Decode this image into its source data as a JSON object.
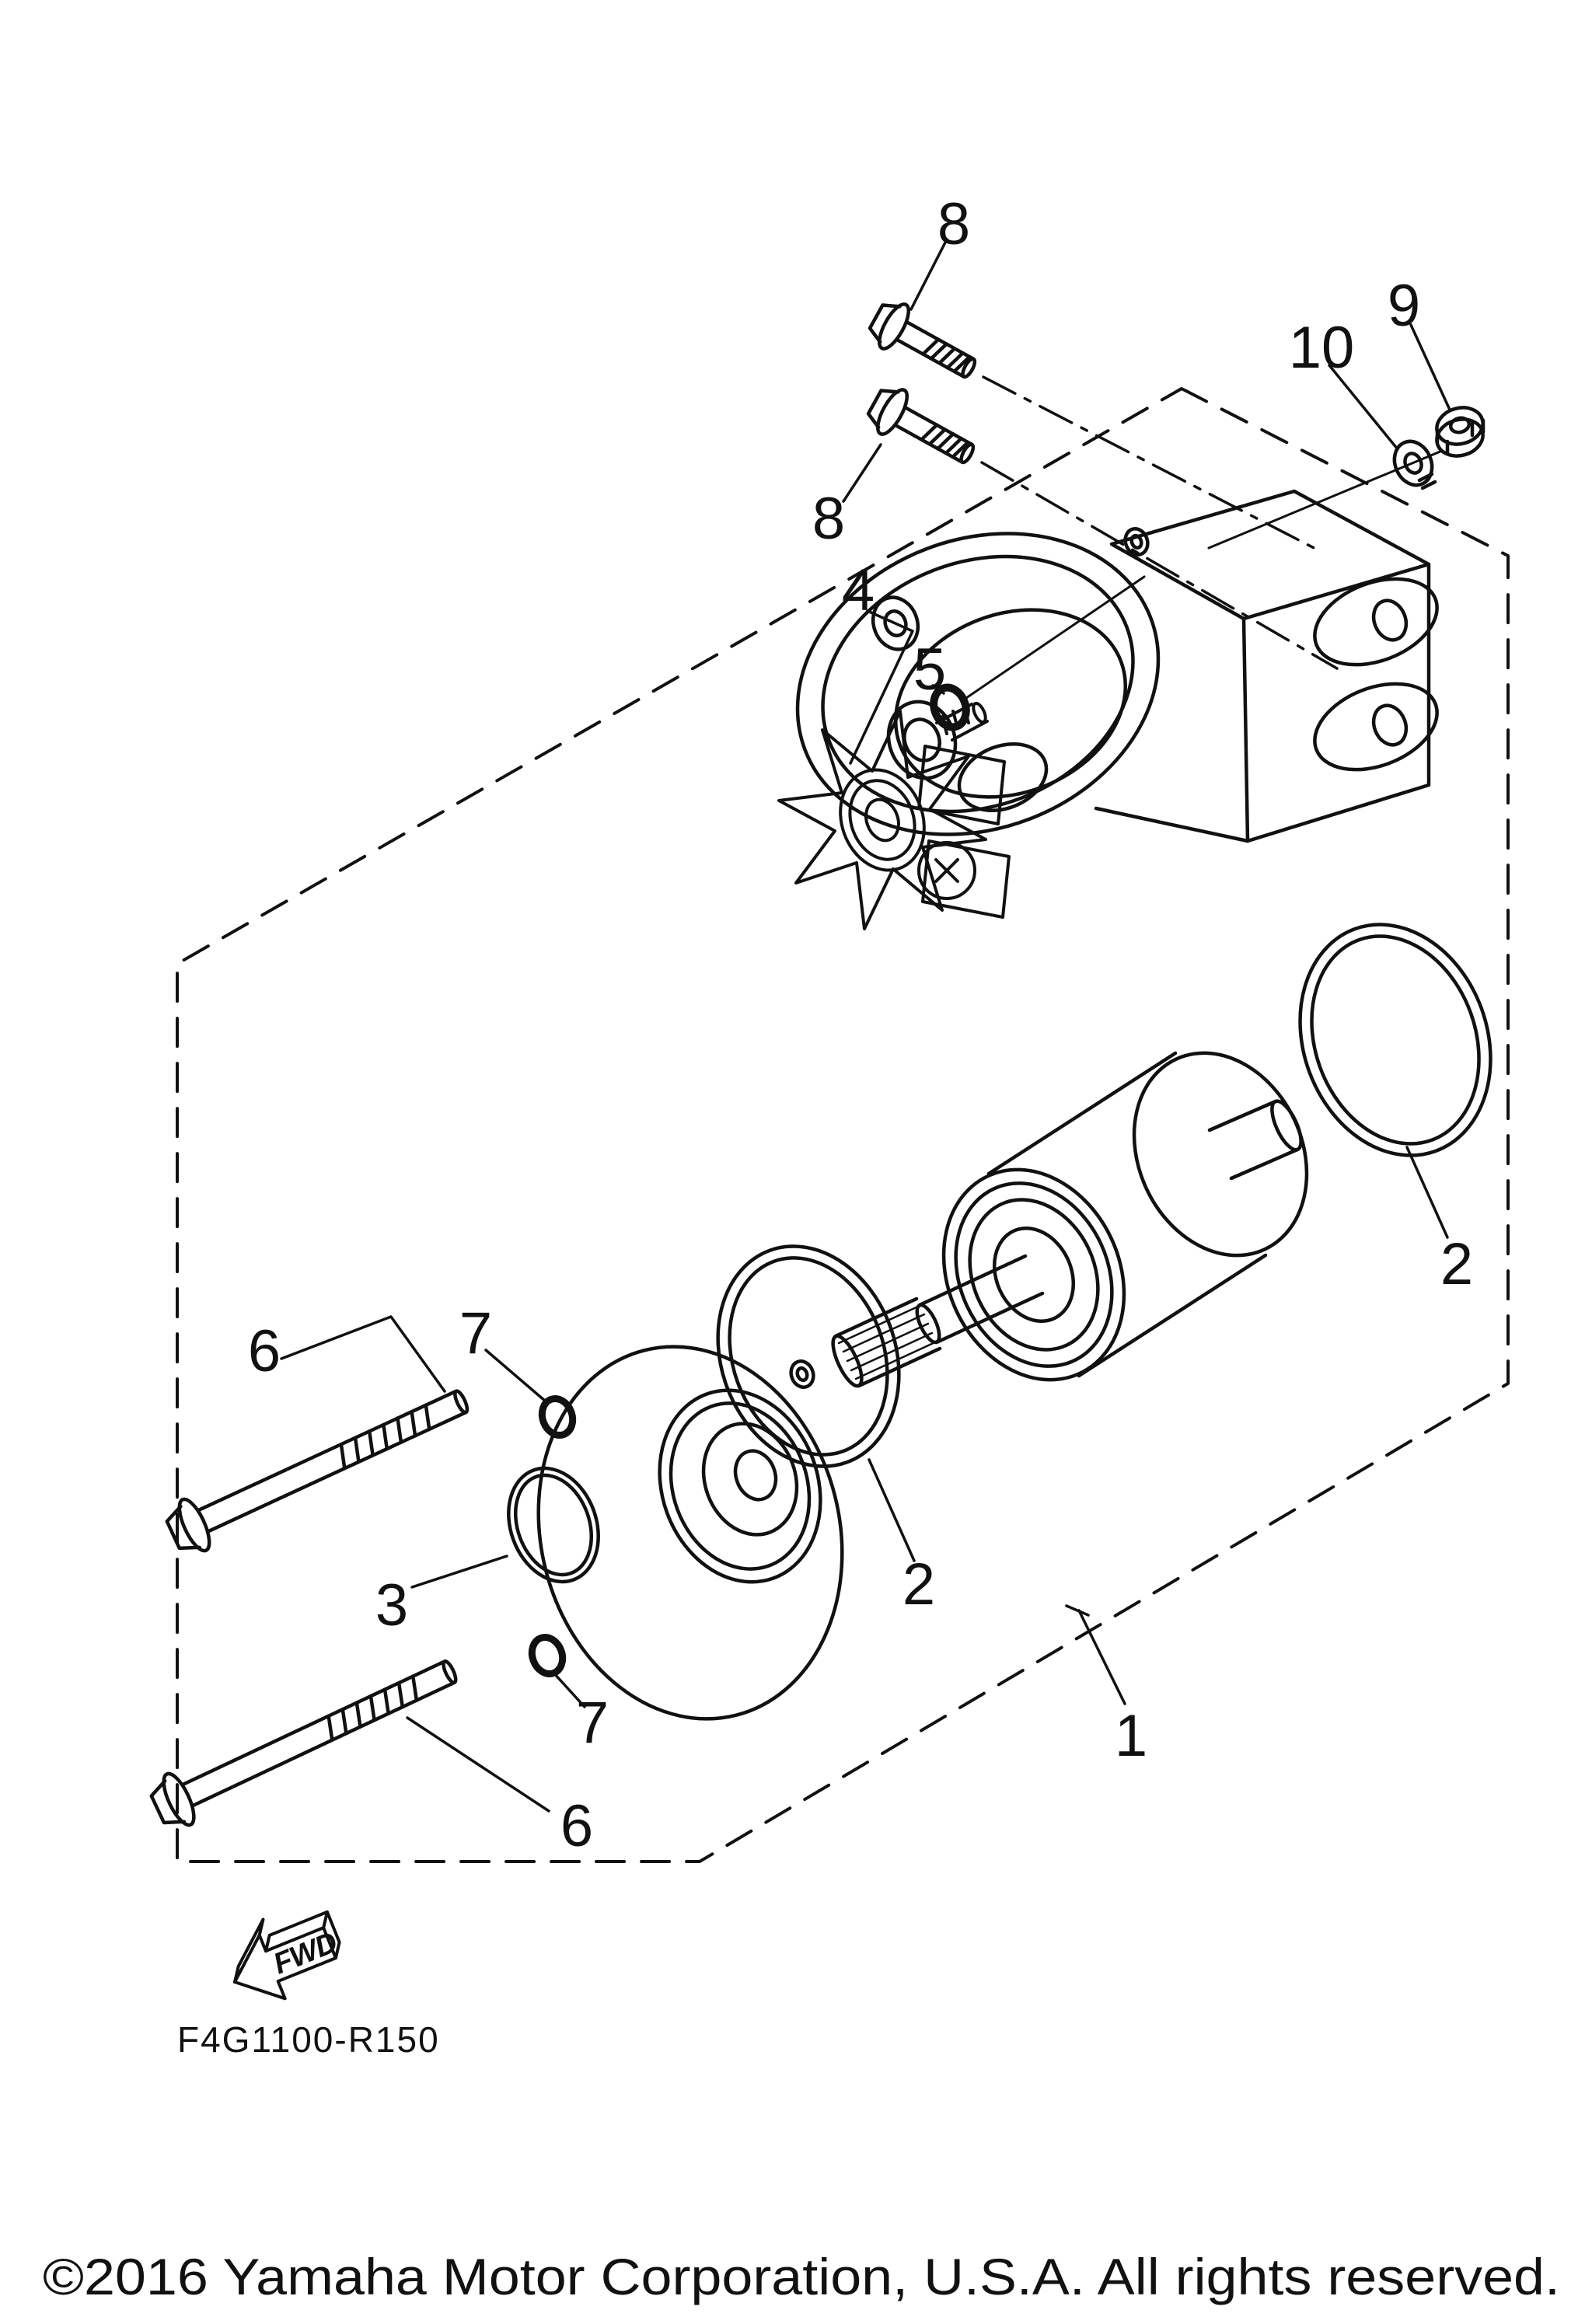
{
  "diagram": {
    "code": "F4G1100-R150",
    "fwd_label": "FWD",
    "callouts": [
      {
        "id": "callout-1",
        "label": "1"
      },
      {
        "id": "callout-2a",
        "label": "2"
      },
      {
        "id": "callout-2b",
        "label": "2"
      },
      {
        "id": "callout-3",
        "label": "3"
      },
      {
        "id": "callout-4",
        "label": "4"
      },
      {
        "id": "callout-5",
        "label": "5"
      },
      {
        "id": "callout-6a",
        "label": "6"
      },
      {
        "id": "callout-6b",
        "label": "6"
      },
      {
        "id": "callout-7a",
        "label": "7"
      },
      {
        "id": "callout-7b",
        "label": "7"
      },
      {
        "id": "callout-8a",
        "label": "8"
      },
      {
        "id": "callout-8b",
        "label": "8"
      },
      {
        "id": "callout-9",
        "label": "9"
      },
      {
        "id": "callout-10",
        "label": "10"
      }
    ],
    "colors": {
      "line": "#111111",
      "background": "#ffffff"
    }
  },
  "footer": {
    "copyright": "©2016 Yamaha Motor Corporation, U.S.A. All rights reserved."
  }
}
